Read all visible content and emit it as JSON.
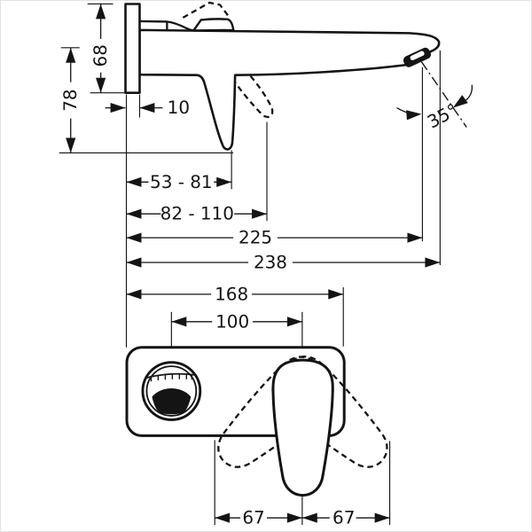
{
  "diagram": {
    "side_view": {
      "plate_height": "68",
      "overall_height": "78",
      "plate_thickness": "10",
      "lever_range_closed": "53 - 81",
      "lever_range_open": "82 - 110",
      "spout_reach": "225",
      "overall_depth": "238",
      "spray_angle": "35°"
    },
    "front_view": {
      "plate_width": "168",
      "spout_handle_spacing": "100",
      "swing_left": "67",
      "swing_right": "67"
    }
  }
}
